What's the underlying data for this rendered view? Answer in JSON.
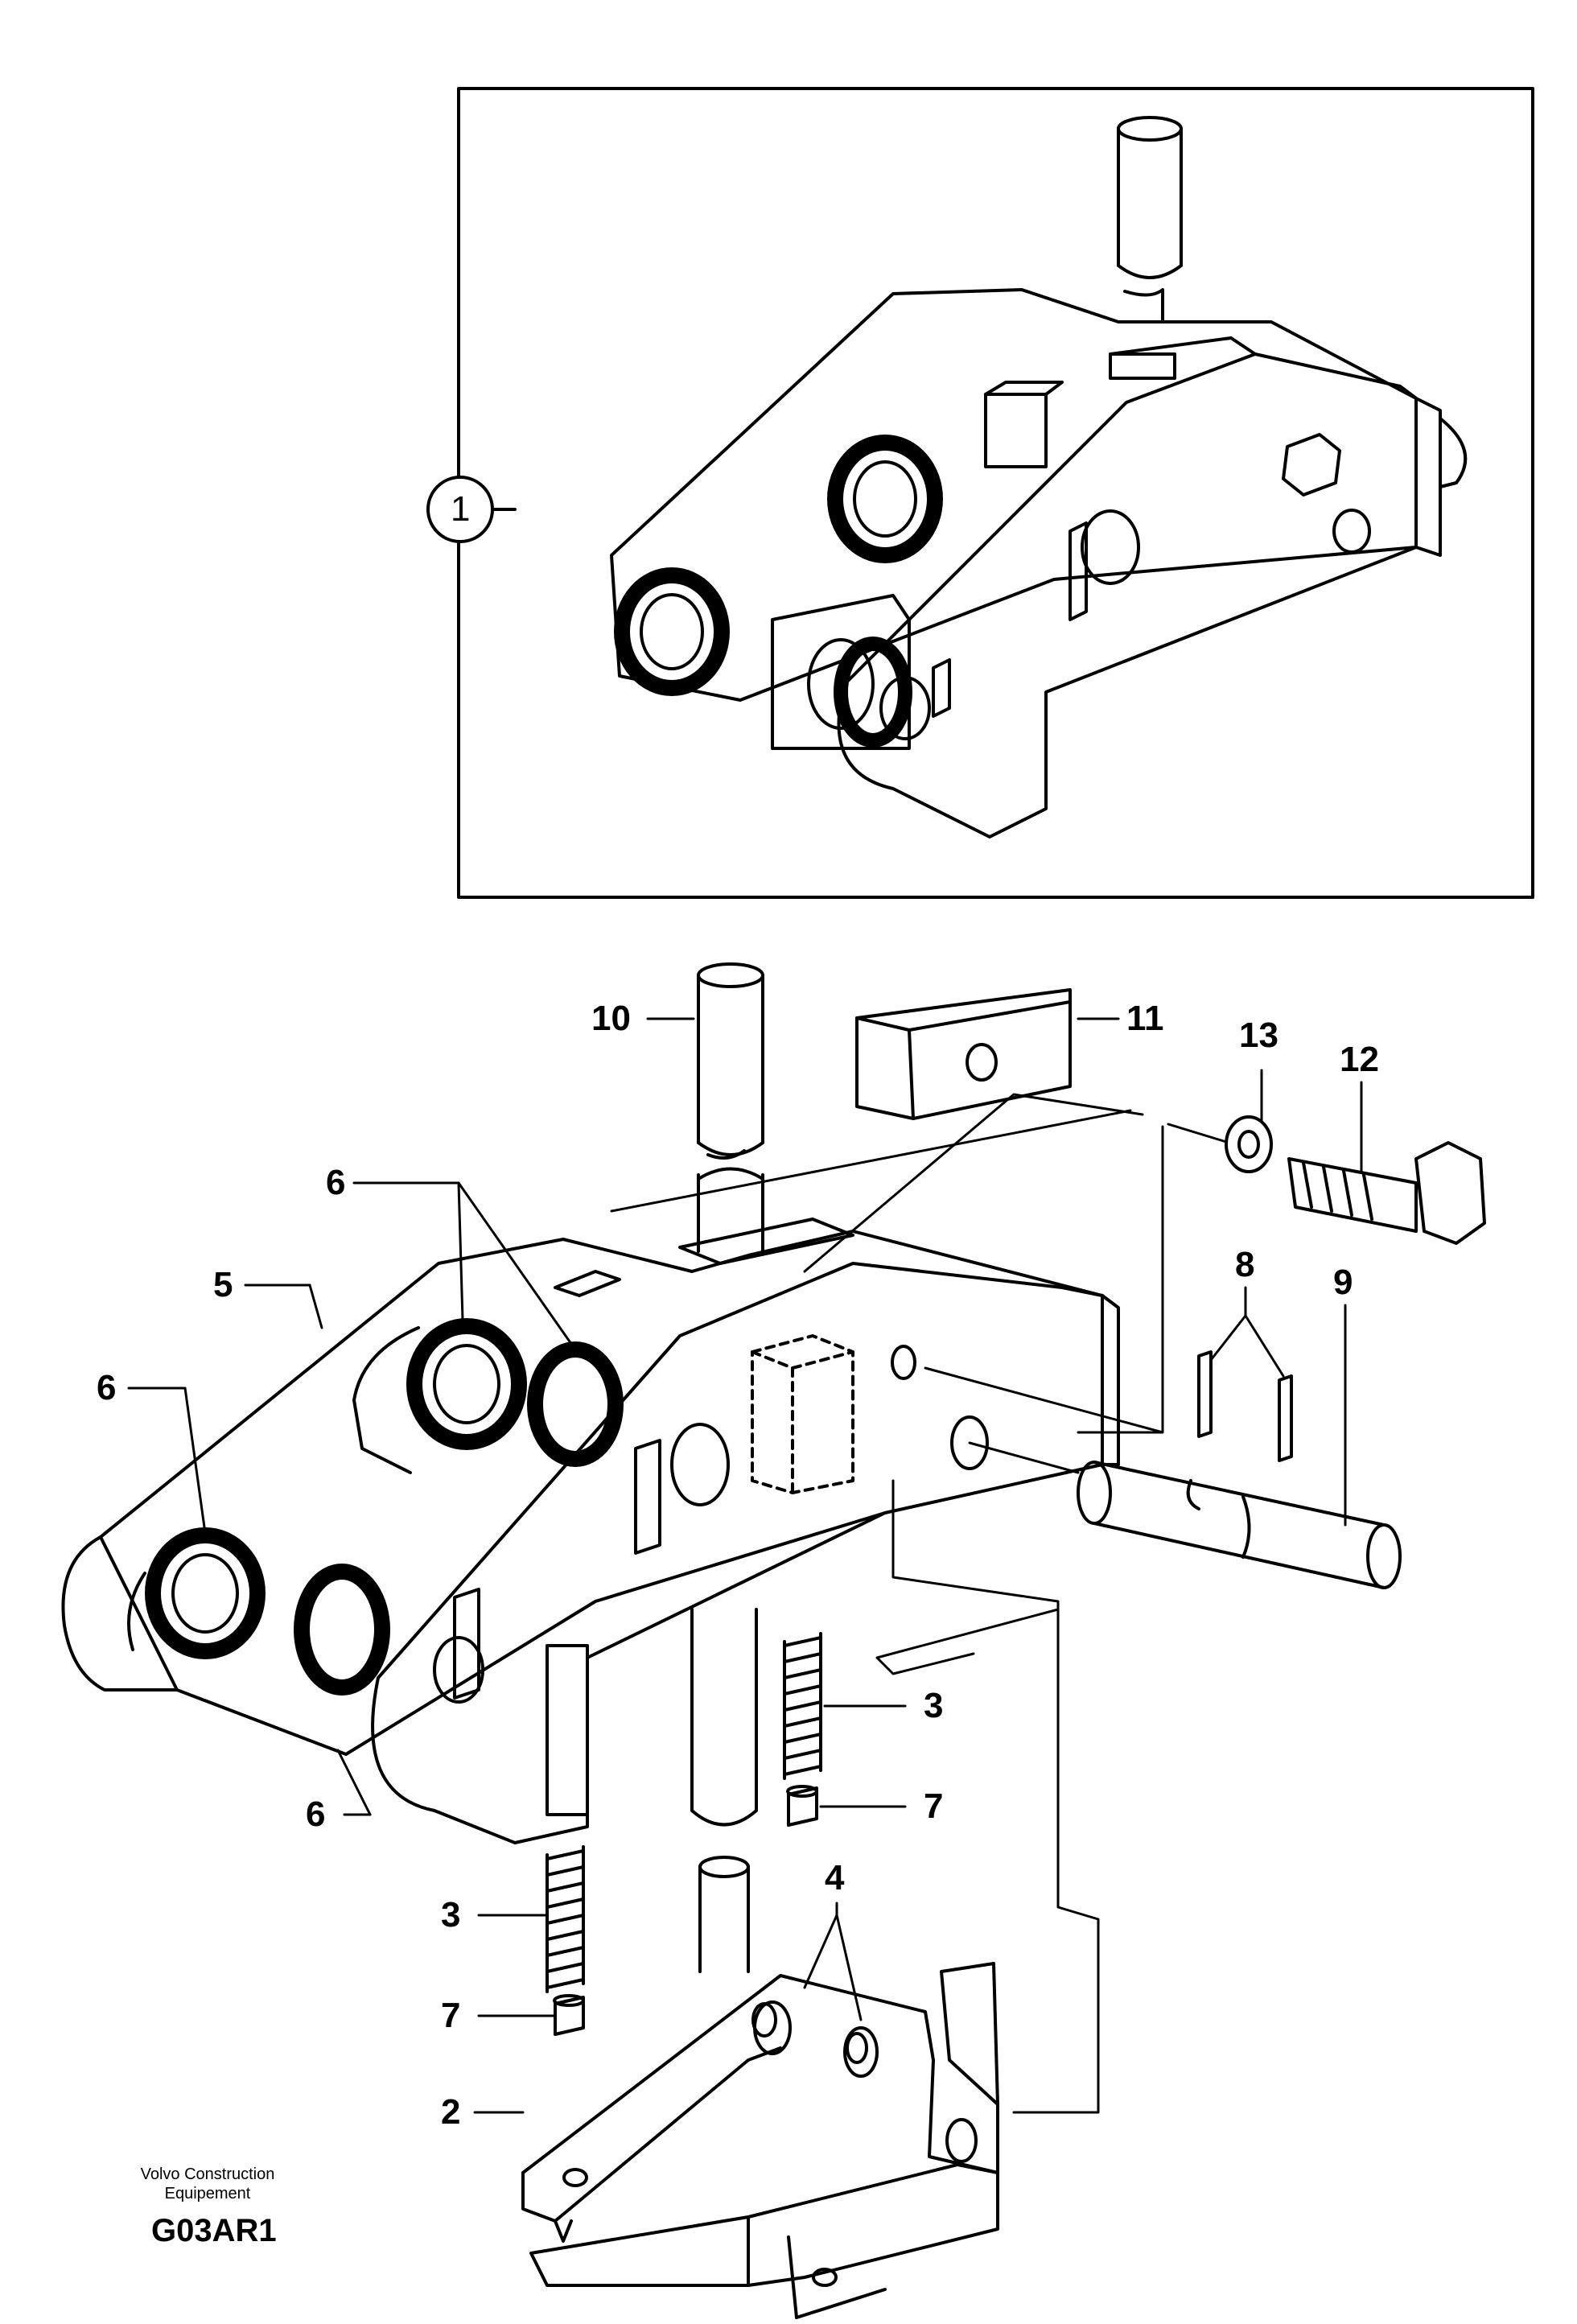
{
  "inset": {
    "callout": "1"
  },
  "callouts": {
    "c10": "10",
    "c11": "11",
    "c13": "13",
    "c12": "12",
    "c6_top": "6",
    "c5": "5",
    "c6_left": "6",
    "c8": "8",
    "c9": "9",
    "c3_right": "3",
    "c7_right": "7",
    "c6_bottom": "6",
    "c3_left": "3",
    "c4": "4",
    "c7_left": "7",
    "c2": "2"
  },
  "credit": {
    "line1": "Volvo Construction",
    "line2": "Equipement"
  },
  "figure_code": "G03AR1"
}
